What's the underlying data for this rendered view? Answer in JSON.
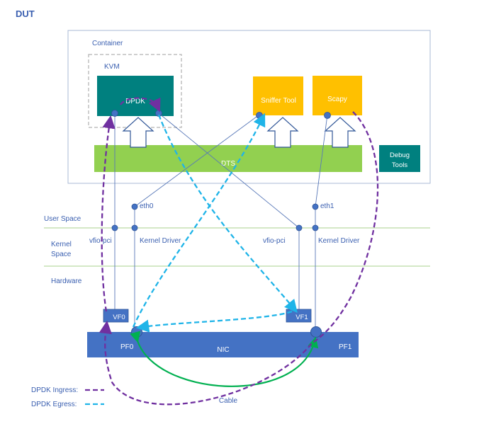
{
  "title": "DUT",
  "container_label": "Container",
  "kvm_label": "KVM",
  "boxes": {
    "dpdk": "DPDK",
    "sniffer": "Sniffer Tool",
    "scapy": "Scapy",
    "dts": "DTS",
    "debug_line1": "Debug",
    "debug_line2": "Tools",
    "nic": "NIC",
    "vf0": "VF0",
    "vf1": "VF1"
  },
  "ports": {
    "eth0": "eth0",
    "eth1": "eth1",
    "vfio_left": "vfio-pci",
    "kdrv_left": "Kernel Driver",
    "vfio_right": "vfio-pci",
    "kdrv_right": "Kernel Driver",
    "pf0": "PF0",
    "pf1": "PF1"
  },
  "layers": {
    "user": "User Space",
    "kernel_line1": "Kernel",
    "kernel_line2": "Space",
    "hardware": "Hardware"
  },
  "legend": {
    "ingress": "DPDK Ingress:",
    "egress": "DPDK Egress:"
  },
  "cable_label": "Cable",
  "colors": {
    "title_blue": "#3a5fb0",
    "container_border": "#a9b9d6",
    "teal": "#00807f",
    "orange": "#ffc000",
    "dts_green": "#92d050",
    "nic_blue": "#4472c4",
    "port_blue": "#2f5597",
    "line_blue": "#5878b8",
    "layer_line": "#a9d18e",
    "ingress": "#7030a0",
    "egress": "#1fb4e8",
    "cable": "#00b050"
  }
}
